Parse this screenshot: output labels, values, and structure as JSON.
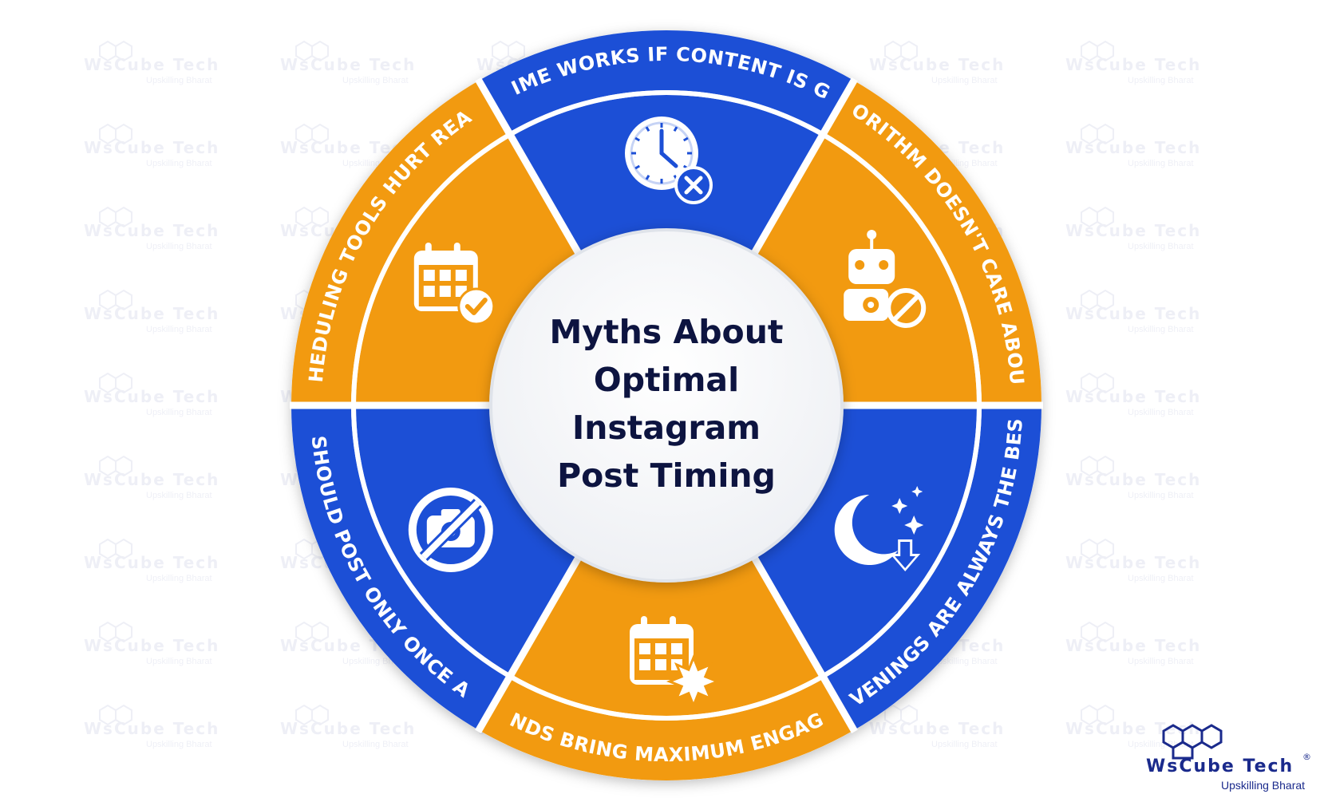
{
  "title_lines": [
    "Myths About",
    "Optimal",
    "Instagram",
    "Post Timing"
  ],
  "segments": [
    {
      "label": "ANYTIME WORKS IF CONTENT IS GOOD",
      "color": "#1c4fd6",
      "icon": "clock-x-icon"
    },
    {
      "label": "THE ALGORITHM DOESN'T CARE ABOUT TIMING",
      "color": "#f29a10",
      "icon": "robot-gear-ban-icon"
    },
    {
      "label": "EVENINGS ARE ALWAYS THE BEST",
      "color": "#1c4fd6",
      "icon": "moon-stars-down-icon"
    },
    {
      "label": "WEEKENDS BRING MAXIMUM ENGAGEMENT",
      "color": "#f29a10",
      "icon": "calendar-burst-icon"
    },
    {
      "label": "YOU SHOULD POST ONLY ONCE A DAY",
      "color": "#1c4fd6",
      "icon": "no-camera-icon"
    },
    {
      "label": "SCHEDULING TOOLS HURT REACH",
      "color": "#f29a10",
      "icon": "calendar-check-icon"
    }
  ],
  "logo": {
    "name": "WsCube Tech",
    "tagline": "Upskilling Bharat",
    "registered": "®"
  },
  "watermark": {
    "name": "WsCube Tech",
    "tagline": "Upskilling Bharat"
  },
  "colors": {
    "blue": "#1c4fd6",
    "orange": "#f29a10",
    "dark_text": "#0d1440",
    "white": "#ffffff"
  }
}
